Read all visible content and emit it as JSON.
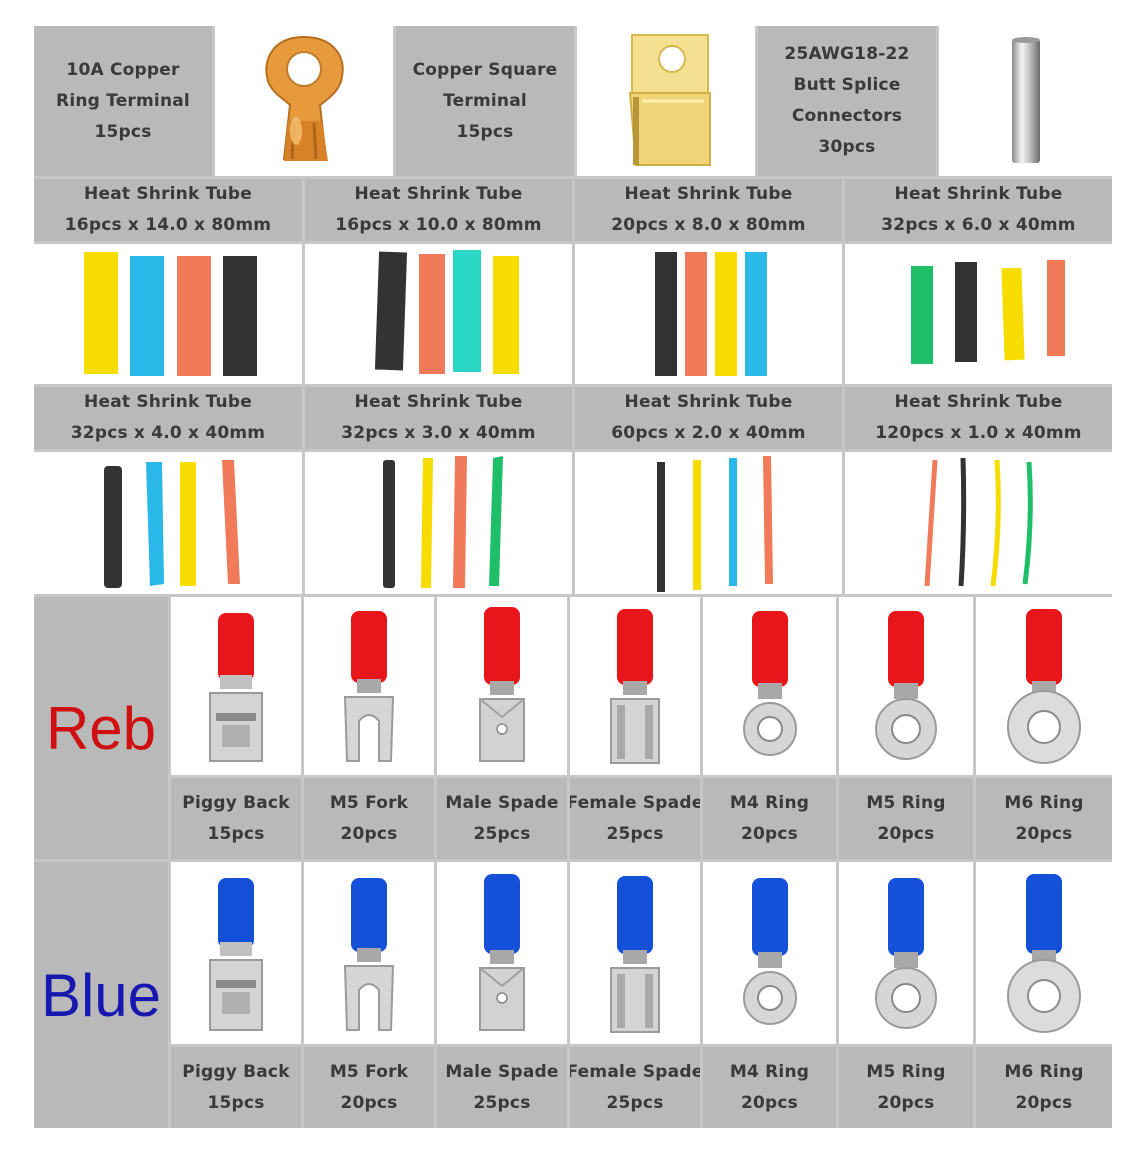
{
  "top_items": [
    {
      "lines": [
        "10A Copper",
        "Ring Terminal",
        "15pcs"
      ],
      "icon": "copper-ring-terminal-icon"
    },
    {
      "lines": [
        "Copper Square",
        "Terminal",
        "15pcs"
      ],
      "icon": "copper-square-terminal-icon"
    },
    {
      "lines": [
        "25AWG18-22",
        "Butt Splice",
        "Connectors",
        "30pcs"
      ],
      "icon": "butt-splice-connector-icon"
    }
  ],
  "tube_rows": [
    {
      "headers": [
        {
          "line1": "Heat Shrink Tube",
          "line2": "16pcs x 14.0 x 80mm"
        },
        {
          "line1": "Heat Shrink Tube",
          "line2": "16pcs x 10.0 x 80mm"
        },
        {
          "line1": "Heat Shrink Tube",
          "line2": "20pcs x 8.0 x 80mm"
        },
        {
          "line1": "Heat Shrink Tube",
          "line2": "32pcs x 6.0 x 40mm"
        }
      ]
    },
    {
      "headers": [
        {
          "line1": "Heat Shrink Tube",
          "line2": "32pcs x 4.0 x 40mm"
        },
        {
          "line1": "Heat Shrink Tube",
          "line2": "32pcs x 3.0 x 40mm"
        },
        {
          "line1": "Heat Shrink Tube",
          "line2": "60pcs x 2.0 x 40mm"
        },
        {
          "line1": "Heat Shrink Tube",
          "line2": "120pcs x 1.0 x 40mm"
        }
      ]
    }
  ],
  "tube_colors": {
    "yellow": "#f7dc00",
    "blue": "#2ab8e8",
    "orange": "#f07a5a",
    "black": "#333333",
    "teal": "#2ad6c4",
    "green": "#1fbf6a"
  },
  "groups": [
    {
      "label": "Reb",
      "color": "#d01010",
      "insulator_color": "#e8151a",
      "items": [
        {
          "name": "Piggy Back",
          "count": "15pcs",
          "icon": "piggy-back-terminal-icon"
        },
        {
          "name": "M5 Fork",
          "count": "20pcs",
          "icon": "fork-terminal-icon"
        },
        {
          "name": "Male Spade",
          "count": "25pcs",
          "icon": "male-spade-terminal-icon"
        },
        {
          "name": "Female Spade",
          "count": "25pcs",
          "icon": "female-spade-terminal-icon"
        },
        {
          "name": "M4 Ring",
          "count": "20pcs",
          "icon": "ring-terminal-icon"
        },
        {
          "name": "M5 Ring",
          "count": "20pcs",
          "icon": "ring-terminal-icon"
        },
        {
          "name": "M6 Ring",
          "count": "20pcs",
          "icon": "ring-terminal-icon"
        }
      ]
    },
    {
      "label": "Blue",
      "color": "#1818b0",
      "insulator_color": "#1450d8",
      "items": [
        {
          "name": "Piggy Back",
          "count": "15pcs",
          "icon": "piggy-back-terminal-icon"
        },
        {
          "name": "M5 Fork",
          "count": "20pcs",
          "icon": "fork-terminal-icon"
        },
        {
          "name": "Male Spade",
          "count": "25pcs",
          "icon": "male-spade-terminal-icon"
        },
        {
          "name": "Female Spade",
          "count": "25pcs",
          "icon": "female-spade-terminal-icon"
        },
        {
          "name": "M4 Ring",
          "count": "20pcs",
          "icon": "ring-terminal-icon"
        },
        {
          "name": "M5 Ring",
          "count": "20pcs",
          "icon": "ring-terminal-icon"
        },
        {
          "name": "M6 Ring",
          "count": "20pcs",
          "icon": "ring-terminal-icon"
        }
      ]
    }
  ]
}
